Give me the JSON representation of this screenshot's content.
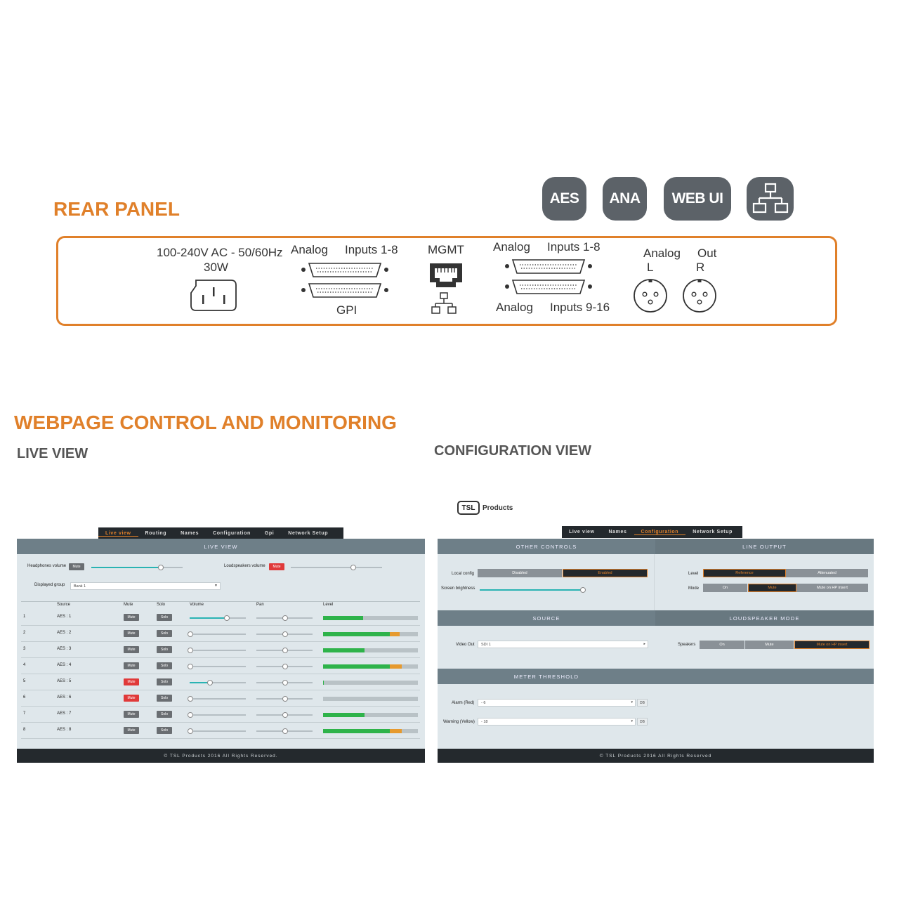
{
  "badges": [
    {
      "label": "AES"
    },
    {
      "label": "ANA"
    },
    {
      "label": "WEB UI"
    },
    {
      "label": ""
    }
  ],
  "rear_panel": {
    "title": "REAR PANEL",
    "power": {
      "line1": "100-240V AC - 50/60Hz",
      "line2": "30W"
    },
    "dsub1": {
      "top_left": "Analog",
      "top_right": "Inputs 1-8",
      "bottom": "GPI"
    },
    "mgmt": {
      "label": "MGMT"
    },
    "dsub2": {
      "top_left": "Analog",
      "top_right": "Inputs 1-8",
      "bottom_left": "Analog",
      "bottom_right": "Inputs 9-16"
    },
    "xlr": {
      "top_left": "Analog",
      "top_right": "Out",
      "left": "L",
      "right": "R"
    }
  },
  "web": {
    "title": "WEBPAGE CONTROL AND MONITORING",
    "live_heading": "LIVE VIEW",
    "config_heading": "CONFIGURATION VIEW"
  },
  "live": {
    "tabs": [
      {
        "label": "Live view",
        "active": true
      },
      {
        "label": "Routing"
      },
      {
        "label": "Names"
      },
      {
        "label": "Configuration"
      },
      {
        "label": "Gpi"
      },
      {
        "label": "Network Setup"
      }
    ],
    "section": "LIVE VIEW",
    "headphones_label": "Headphones volume",
    "headphones_mute": "Mute",
    "headphones_level": 0.75,
    "loudspeakers_label": "Loudspeakers volume",
    "loudspeakers_mute": "Mute",
    "loudspeakers_level": 0.68,
    "group_label": "Displayed group",
    "group_value": "Bank 1",
    "columns": {
      "source": "Source",
      "mute": "Mute",
      "solo": "Solo",
      "volume": "Volume",
      "pan": "Pan",
      "level": "Level"
    },
    "rows": [
      {
        "num": "1",
        "source": "AES : 1",
        "mute": "Mute",
        "muted": false,
        "solo": "Solo",
        "volume": 0.65,
        "pan": 0.5,
        "green": 0.42,
        "orange": 0
      },
      {
        "num": "2",
        "source": "AES : 2",
        "mute": "Mute",
        "muted": false,
        "solo": "Solo",
        "volume": 0.0,
        "pan": 0.5,
        "green": 0.7,
        "orange": 0.11
      },
      {
        "num": "3",
        "source": "AES : 3",
        "mute": "Mute",
        "muted": false,
        "solo": "Solo",
        "volume": 0.0,
        "pan": 0.5,
        "green": 0.44,
        "orange": 0
      },
      {
        "num": "4",
        "source": "AES : 4",
        "mute": "Mute",
        "muted": false,
        "solo": "Solo",
        "volume": 0.0,
        "pan": 0.5,
        "green": 0.7,
        "orange": 0.13
      },
      {
        "num": "5",
        "source": "AES : 5",
        "mute": "Mute",
        "muted": true,
        "solo": "Solo",
        "volume": 0.35,
        "pan": 0.5,
        "green": 0.01,
        "orange": 0
      },
      {
        "num": "6",
        "source": "AES : 6",
        "mute": "Mute",
        "muted": true,
        "solo": "Solo",
        "volume": 0.0,
        "pan": 0.5,
        "green": 0,
        "orange": 0
      },
      {
        "num": "7",
        "source": "AES : 7",
        "mute": "Mute",
        "muted": false,
        "solo": "Solo",
        "volume": 0.0,
        "pan": 0.5,
        "green": 0.44,
        "orange": 0
      },
      {
        "num": "8",
        "source": "AES : 8",
        "mute": "Mute",
        "muted": false,
        "solo": "Solo",
        "volume": 0.0,
        "pan": 0.5,
        "green": 0.7,
        "orange": 0.13
      }
    ],
    "footer": "© TSL Products 2016 All Rights Reserved."
  },
  "config": {
    "logo_mark": "TSL",
    "logo_text": "Products",
    "tabs": [
      {
        "label": "Live view"
      },
      {
        "label": "Names"
      },
      {
        "label": "Configuration",
        "active": true
      },
      {
        "label": "Network Setup"
      }
    ],
    "other_controls": "OTHER CONTROLS",
    "line_output": "LINE OUTPUT",
    "local_config_label": "Local config",
    "local_config_options": [
      "Disabled",
      "Enabled"
    ],
    "local_config_selected": 1,
    "brightness_label": "Screen brightness",
    "brightness_level": 1.0,
    "level_label": "Level",
    "level_options": [
      "Reference",
      "Attenuated"
    ],
    "level_selected": 0,
    "mode_label": "Mode",
    "mode_options": [
      "On",
      "Mute",
      "Mute on HP insert"
    ],
    "mode_selected": 1,
    "source_section": "SOURCE",
    "loudspeaker_section": "LOUDSPEAKER MODE",
    "video_out_label": "Video Out",
    "video_out_value": "SDI 1",
    "speakers_label": "Speakers",
    "speakers_options": [
      "On",
      "Mute",
      "Mute on HP insert"
    ],
    "speakers_selected": 2,
    "meter_section": "METER THRESHOLD",
    "alarm_label": "Alarm (Red)",
    "alarm_value": "- 6",
    "warning_label": "Warning (Yellow)",
    "warning_value": "- 18",
    "db_unit": "DB",
    "footer": "© TSL Products 2016 All Rights Reserved"
  },
  "colors": {
    "accent": "#e0802a",
    "badge": "#5c6268",
    "ui_bg": "#dfe7eb",
    "ui_dark": "#24292d",
    "ui_section": "#6e7f88",
    "meter_green": "#2eb34a",
    "meter_orange": "#e69a2e",
    "slider": "#2ab3b3"
  }
}
